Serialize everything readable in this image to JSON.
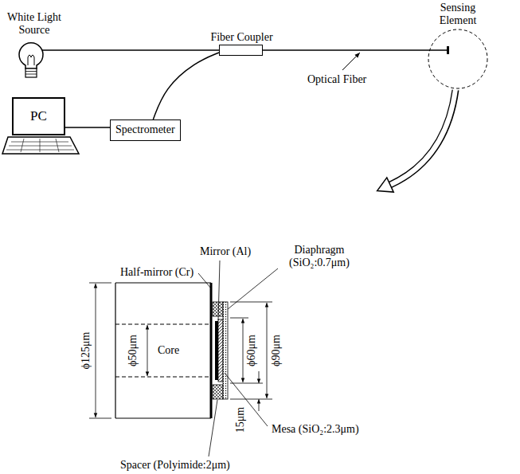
{
  "diagram": {
    "nodes": [
      {
        "text": [
          "White Light Source"
        ]
      },
      {
        "text": [
          "Fiber Coupler"
        ]
      },
      {
        "text": [
          "Sensing Element"
        ]
      },
      {
        "text": [
          "Spectrometer"
        ]
      },
      {
        "text": [
          "PC"
        ]
      }
    ],
    "edges": [
      {
        "from": 0,
        "to": 1,
        "arrow": "none"
      },
      {
        "from": 1,
        "to": 2,
        "arrow": "none"
      },
      {
        "from": 1,
        "to": 3,
        "arrow": "none"
      },
      {
        "from": 3,
        "to": 4,
        "arrow": "none"
      }
    ],
    "labels": [
      "Optical Fiber",
      "Half-mirror (Cr)",
      "Mirror (Al)",
      "Diaphragm (SiO₂:0.7μm)",
      "ϕ125μm",
      "ϕ50μm",
      "Core",
      "ϕ60μm",
      "ϕ90μm",
      "15μm",
      "Mesa (SiO₂:2.3μm)",
      "Spacer (Polyimide:2μm)"
    ]
  }
}
